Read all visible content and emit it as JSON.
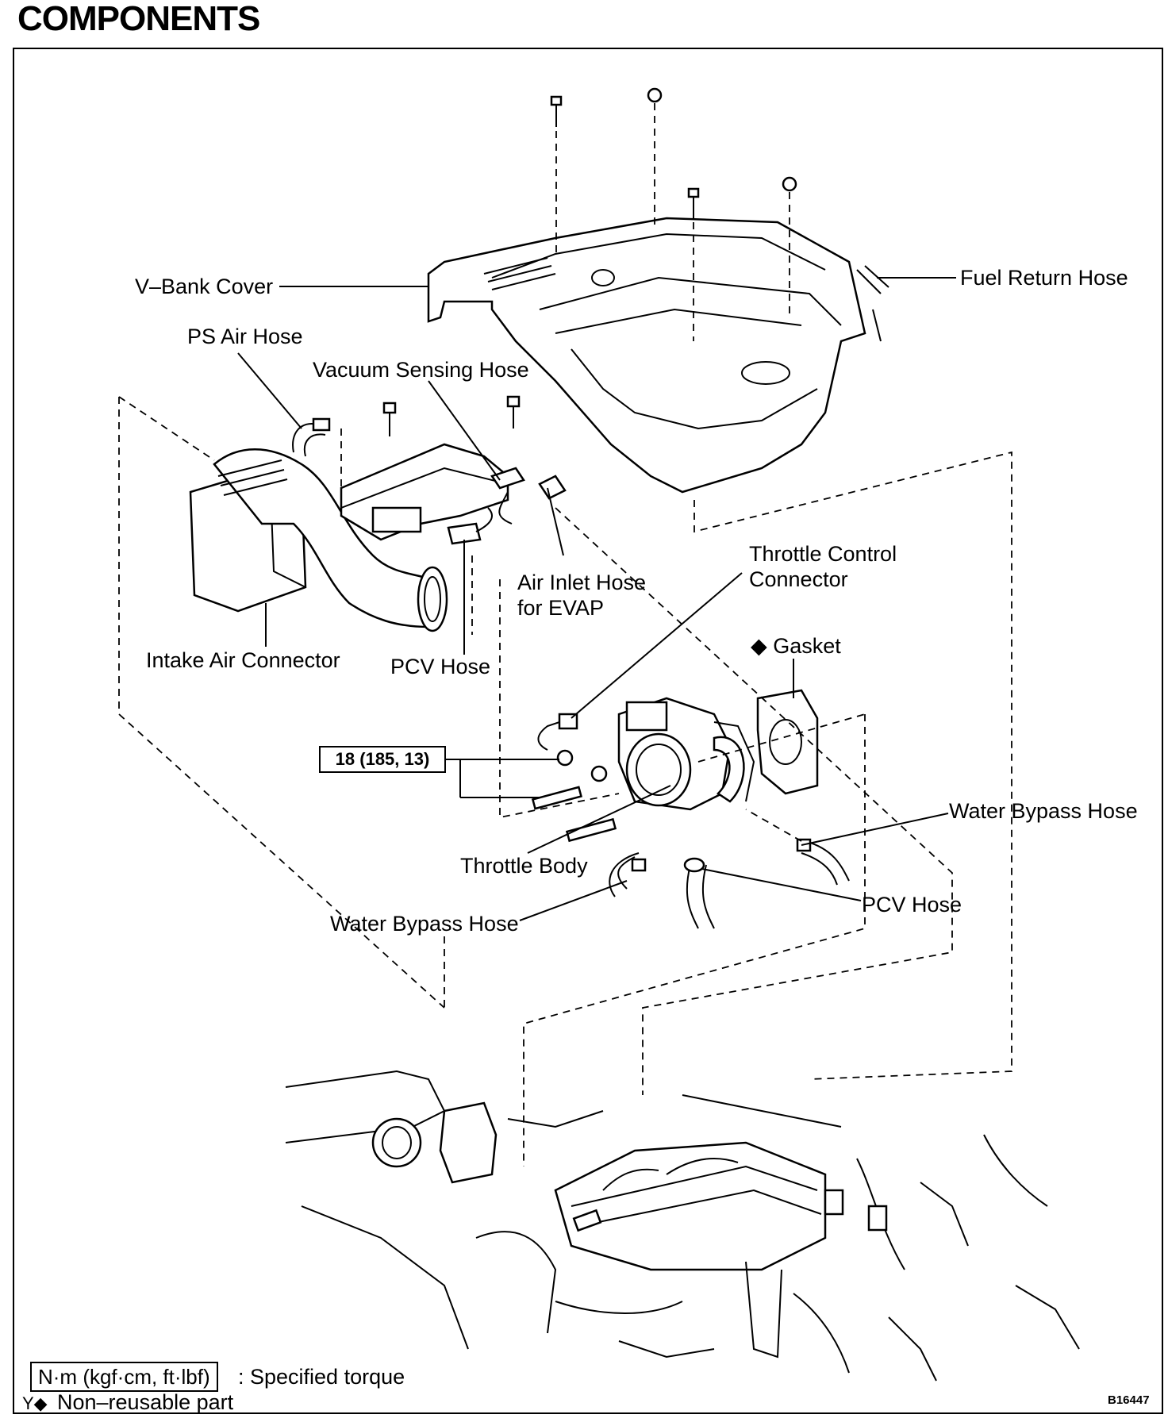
{
  "title": "COMPONENTS",
  "labels": {
    "v_bank_cover": "V–Bank Cover",
    "fuel_return_hose": "Fuel Return Hose",
    "ps_air_hose": "PS Air Hose",
    "vacuum_sensing_hose": "Vacuum Sensing Hose",
    "throttle_control_connector": "Throttle Control\nConnector",
    "air_inlet_hose_for_evap": "Air Inlet Hose\nfor EVAP",
    "gasket": "◆ Gasket",
    "intake_air_connector": "Intake Air Connector",
    "pcv_hose_upper": "PCV Hose",
    "water_bypass_hose_right": "Water Bypass Hose",
    "throttle_body": "Throttle Body",
    "pcv_hose_lower": "PCV Hose",
    "water_bypass_hose_left": "Water Bypass Hose"
  },
  "torque": {
    "value": "18 (185, 13)"
  },
  "legend": {
    "torque_box": "N·m (kgf·cm, ft·lbf)",
    "torque_text": ": Specified torque",
    "nonreusable_text": "Non–reusable part",
    "nonreusable_prefix": "Y◆"
  },
  "figure_id": "B16447"
}
